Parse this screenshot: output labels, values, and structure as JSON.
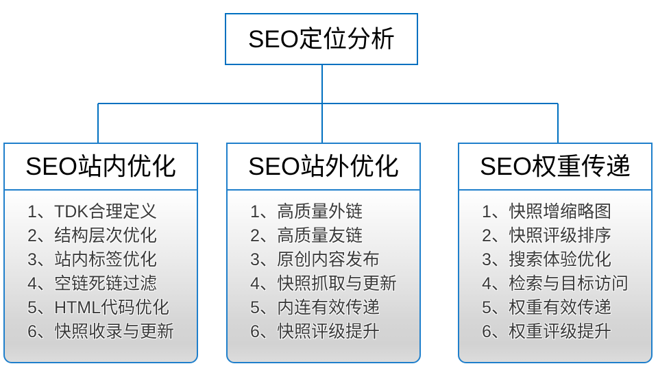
{
  "diagram": {
    "title": "SEO定位分析",
    "accent_color": "#0070C0",
    "border_color": "#1F7FCB",
    "branches": [
      {
        "header": "SEO站内优化",
        "items": [
          "1、TDK合理定义",
          "2、结构层次优化",
          "3、站内标签优化",
          "4、空链死链过滤",
          "5、HTML代码优化",
          "6、快照收录与更新"
        ]
      },
      {
        "header": "SEO站外优化",
        "items": [
          "1、高质量外链",
          "2、高质量友链",
          "3、原创内容发布",
          "4、快照抓取与更新",
          "5、内连有效传递",
          "6、快照评级提升"
        ]
      },
      {
        "header": "SEO权重传递",
        "items": [
          "1、快照增缩略图",
          "2、快照评级排序",
          "3、搜索体验优化",
          "4、检索与目标访问",
          "5、权重有效传递",
          "6、权重评级提升"
        ]
      }
    ]
  }
}
